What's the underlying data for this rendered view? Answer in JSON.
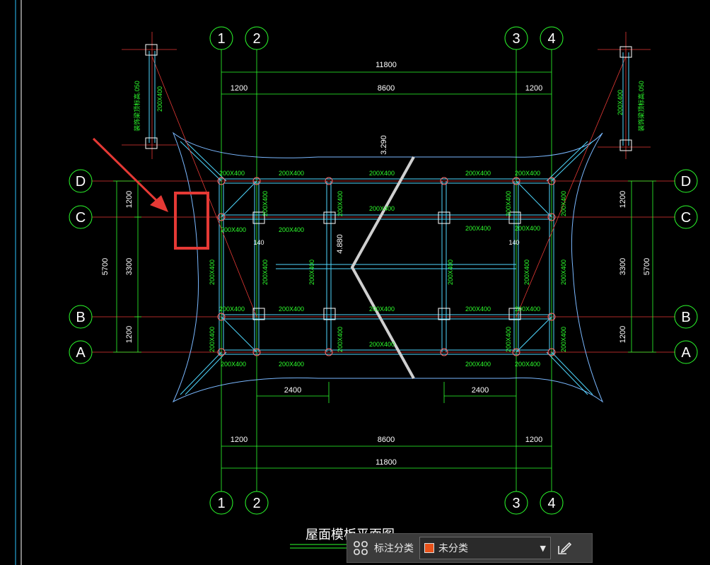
{
  "drawing": {
    "title": "屋面模板平面图",
    "axes_top": [
      "1",
      "2",
      "3",
      "4"
    ],
    "axes_bottom": [
      "1",
      "2",
      "3",
      "4"
    ],
    "axes_left": [
      "D",
      "C",
      "B",
      "A"
    ],
    "axes_right": [
      "D",
      "C",
      "B",
      "A"
    ],
    "dims_top": {
      "total": "11800",
      "left": "1200",
      "mid": "8600",
      "right": "1200"
    },
    "dims_bottom": {
      "total": "11800",
      "left": "1200",
      "mid": "8600",
      "right": "1200"
    },
    "dims_left": {
      "total": "5700",
      "top": "1200",
      "mid": "3300",
      "bottom": "1200"
    },
    "dims_right": {
      "total": "5700",
      "top": "1200",
      "mid": "3300",
      "bottom": "1200"
    },
    "dim_2400_left": "2400",
    "dim_2400_right": "2400",
    "elev_top": "3.290",
    "elev_mid": "4.880",
    "beam": "200X400",
    "side_note": "装饰梁顶标高.050",
    "small_140": "140"
  },
  "toolbar": {
    "label": "标注分类",
    "selected": "未分类",
    "swatch_color": "#e8521a"
  },
  "colors": {
    "annotation_red": "#e53935",
    "green": "#2cff2c"
  }
}
